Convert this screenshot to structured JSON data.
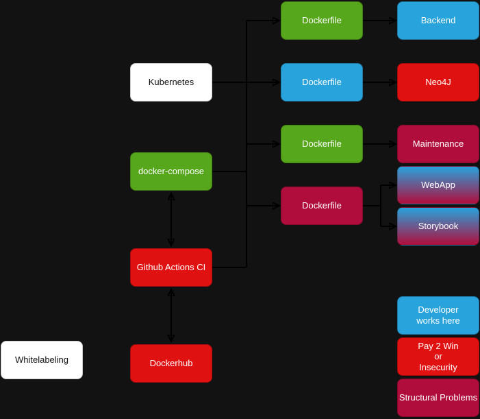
{
  "diagram": {
    "colors": {
      "background": "#121212",
      "edge_line": "#000000",
      "green": "#56a71c",
      "blue": "#28a3dc",
      "red": "#e01111",
      "crimson": "#b00d3c",
      "white": "#ffffff",
      "gradient_top": "#28a3dc",
      "gradient_bottom": "#b00d3c"
    },
    "nodes": {
      "kubernetes": {
        "label": "Kubernetes",
        "color": "white"
      },
      "docker_compose": {
        "label": "docker-compose",
        "color": "green"
      },
      "github_actions": {
        "label": "Github Actions CI",
        "color": "red"
      },
      "dockerhub": {
        "label": "Dockerhub",
        "color": "red"
      },
      "whitelabeling": {
        "label": "Whitelabeling",
        "color": "white"
      },
      "dockerfile_backend": {
        "label": "Dockerfile",
        "color": "green"
      },
      "dockerfile_neo4j": {
        "label": "Dockerfile",
        "color": "blue"
      },
      "dockerfile_maintenance": {
        "label": "Dockerfile",
        "color": "green"
      },
      "dockerfile_webapp": {
        "label": "Dockerfile",
        "color": "crimson"
      },
      "backend": {
        "label": "Backend",
        "color": "blue"
      },
      "neo4j": {
        "label": "Neo4J",
        "color": "red"
      },
      "maintenance": {
        "label": "Maintenance",
        "color": "crimson"
      },
      "webapp": {
        "label": "WebApp",
        "color": "gradient"
      },
      "storybook": {
        "label": "Storybook",
        "color": "gradient"
      }
    },
    "legend": {
      "developer": {
        "lines": [
          "Developer",
          "works here"
        ],
        "color": "blue"
      },
      "pay2win": {
        "lines": [
          "Pay 2 Win",
          "or",
          "Insecurity"
        ],
        "color": "red"
      },
      "structural": {
        "lines": [
          "Structural Problems"
        ],
        "color": "crimson"
      }
    },
    "edges": [
      {
        "from": "kubernetes",
        "to": "dockerfile-trunk",
        "arrow": "none"
      },
      {
        "from": "docker_compose",
        "to": "dockerfile-trunk",
        "arrow": "none"
      },
      {
        "from": "github_actions",
        "to": "dockerfile-trunk",
        "arrow": "none"
      },
      {
        "from": "dockerfile-trunk",
        "to": "dockerfile_backend",
        "arrow": "end"
      },
      {
        "from": "dockerfile-trunk",
        "to": "dockerfile_neo4j",
        "arrow": "end"
      },
      {
        "from": "dockerfile-trunk",
        "to": "dockerfile_maintenance",
        "arrow": "end"
      },
      {
        "from": "dockerfile-trunk",
        "to": "dockerfile_webapp",
        "arrow": "end"
      },
      {
        "from": "dockerfile_backend",
        "to": "backend",
        "arrow": "end"
      },
      {
        "from": "dockerfile_neo4j",
        "to": "neo4j",
        "arrow": "end"
      },
      {
        "from": "dockerfile_maintenance",
        "to": "maintenance",
        "arrow": "end"
      },
      {
        "from": "dockerfile_webapp",
        "to": "webapp",
        "arrow": "end"
      },
      {
        "from": "dockerfile_webapp",
        "to": "storybook",
        "arrow": "end"
      },
      {
        "from": "docker_compose",
        "to": "github_actions",
        "arrow": "both"
      },
      {
        "from": "github_actions",
        "to": "dockerhub",
        "arrow": "both"
      }
    ]
  }
}
